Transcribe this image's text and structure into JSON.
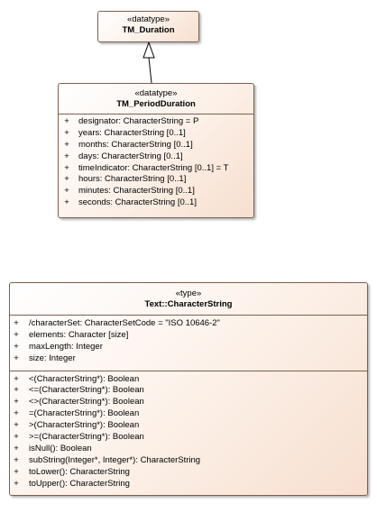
{
  "classes": {
    "tm_duration": {
      "stereotype": "«datatype»",
      "name": "TM_Duration"
    },
    "tm_period_duration": {
      "stereotype": "«datatype»",
      "name": "TM_PeriodDuration",
      "attributes": [
        {
          "vis": "+",
          "text": "designator: CharacterString = P"
        },
        {
          "vis": "+",
          "text": "years: CharacterString [0..1]"
        },
        {
          "vis": "+",
          "text": "months: CharacterString [0..1]"
        },
        {
          "vis": "+",
          "text": "days: CharacterString [0..1]"
        },
        {
          "vis": "+",
          "text": "timeIndicator: CharacterString [0..1] = T"
        },
        {
          "vis": "+",
          "text": "hours: CharacterString [0..1]"
        },
        {
          "vis": "+",
          "text": "minutes: CharacterString [0..1]"
        },
        {
          "vis": "+",
          "text": "seconds: CharacterString [0..1]"
        }
      ]
    },
    "character_string": {
      "stereotype": "«type»",
      "name": "Text::CharacterString",
      "attributes": [
        {
          "vis": "+",
          "text": "/characterSet: CharacterSetCode = \"ISO 10646-2\""
        },
        {
          "vis": "+",
          "text": "elements: Character [size]"
        },
        {
          "vis": "+",
          "text": "maxLength: Integer"
        },
        {
          "vis": "+",
          "text": "size: Integer"
        }
      ],
      "operations": [
        {
          "vis": "+",
          "text": "<(CharacterString*): Boolean"
        },
        {
          "vis": "+",
          "text": "<=(CharacterString*): Boolean"
        },
        {
          "vis": "+",
          "text": "<>(CharacterString*): Boolean"
        },
        {
          "vis": "+",
          "text": "=(CharacterString*): Boolean"
        },
        {
          "vis": "+",
          "text": ">(CharacterString*): Boolean"
        },
        {
          "vis": "+",
          "text": ">=(CharacterString*): Boolean"
        },
        {
          "vis": "+",
          "text": "isNull(): Boolean"
        },
        {
          "vis": "+",
          "text": "subString(Integer*, Integer*): CharacterString"
        },
        {
          "vis": "+",
          "text": "toLower(): CharacterString"
        },
        {
          "vis": "+",
          "text": "toUpper(): CharacterString"
        }
      ]
    }
  },
  "colors": {
    "border": "#7f5f4f",
    "fill_light": "#ffffff",
    "fill_dark": "#f7dfcf"
  },
  "relations": [
    {
      "type": "generalization",
      "from": "TM_PeriodDuration",
      "to": "TM_Duration"
    }
  ]
}
